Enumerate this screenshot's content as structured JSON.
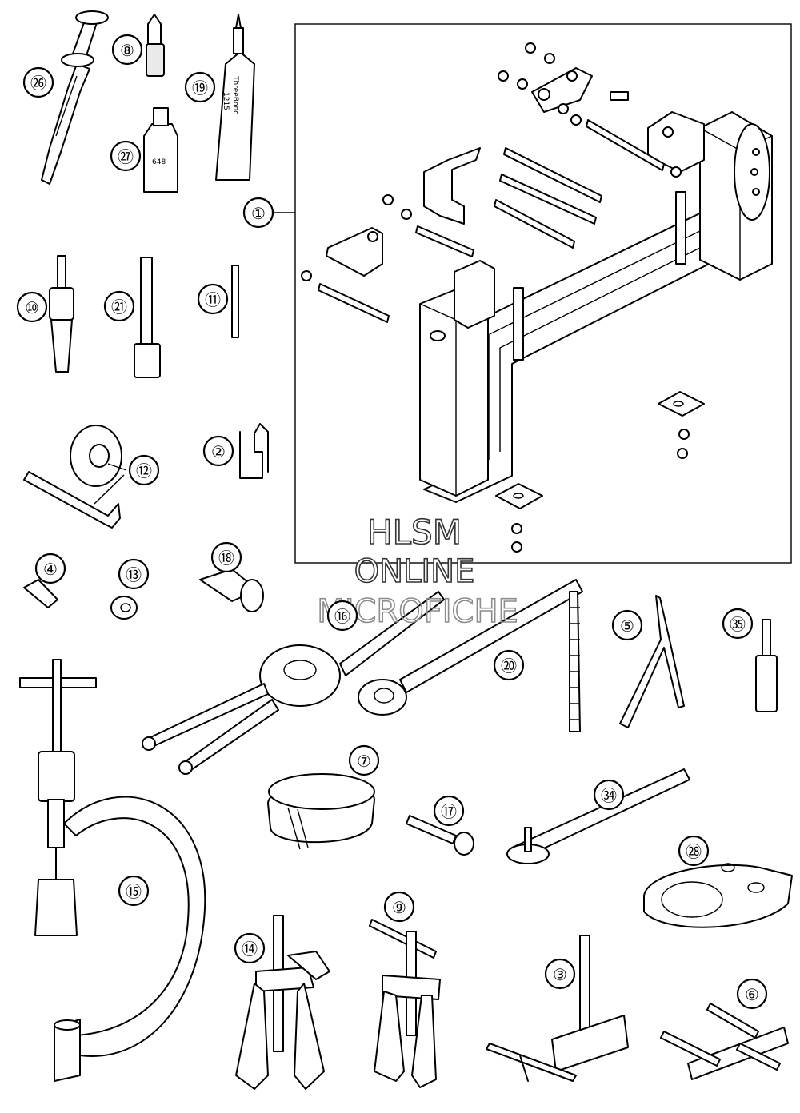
{
  "watermark": {
    "line1": "HLSM",
    "line2": "ONLINE",
    "line3": "MICROFICHE"
  },
  "product_labels": {
    "tube_line1": "ThreeBond",
    "tube_line2": "1215",
    "bottle_27": "648"
  },
  "callouts": [
    {
      "id": "callout-1",
      "label": "①"
    },
    {
      "id": "callout-2",
      "label": "②"
    },
    {
      "id": "callout-3",
      "label": "③"
    },
    {
      "id": "callout-4",
      "label": "④"
    },
    {
      "id": "callout-5",
      "label": "⑤"
    },
    {
      "id": "callout-6",
      "label": "⑥"
    },
    {
      "id": "callout-7",
      "label": "⑦"
    },
    {
      "id": "callout-8",
      "label": "⑧"
    },
    {
      "id": "callout-9",
      "label": "⑨"
    },
    {
      "id": "callout-10",
      "label": "⑩"
    },
    {
      "id": "callout-11",
      "label": "⑪"
    },
    {
      "id": "callout-12",
      "label": "⑫"
    },
    {
      "id": "callout-13",
      "label": "⑬"
    },
    {
      "id": "callout-14",
      "label": "⑭"
    },
    {
      "id": "callout-15",
      "label": "⑮"
    },
    {
      "id": "callout-16",
      "label": "⑯"
    },
    {
      "id": "callout-17",
      "label": "⑰"
    },
    {
      "id": "callout-18",
      "label": "⑱"
    },
    {
      "id": "callout-19",
      "label": "⑲"
    },
    {
      "id": "callout-20",
      "label": "⑳"
    },
    {
      "id": "callout-21",
      "label": "㉑"
    },
    {
      "id": "callout-26",
      "label": "㉖"
    },
    {
      "id": "callout-27",
      "label": "㉗"
    },
    {
      "id": "callout-28",
      "label": "㉘"
    },
    {
      "id": "callout-34",
      "label": "㉞"
    },
    {
      "id": "callout-35",
      "label": "㉟"
    }
  ]
}
